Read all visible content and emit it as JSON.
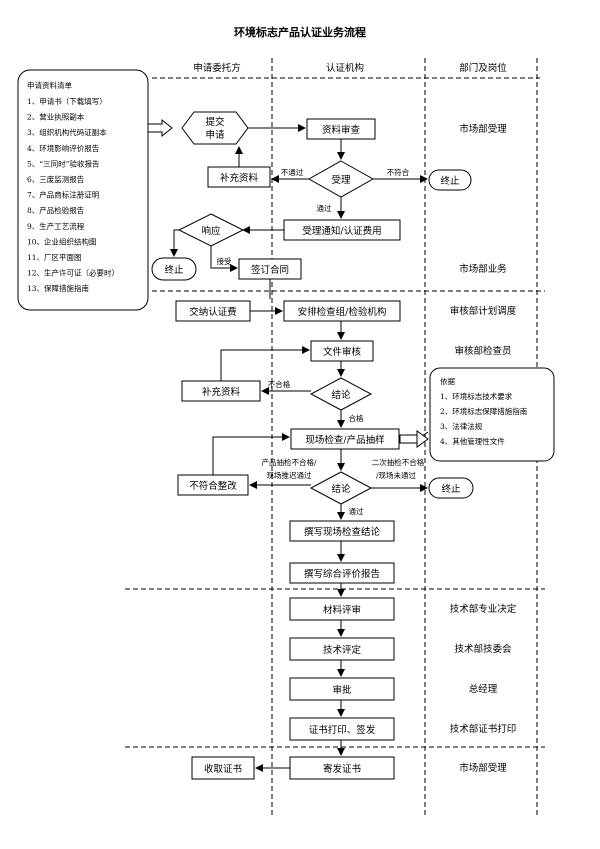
{
  "title": "环境标志产品认证业务流程",
  "columns": [
    "申请委托方",
    "认证机构",
    "部门及岗位"
  ],
  "materials": {
    "heading": "申请资料清单",
    "items": [
      "1、申请书（下载填写）",
      "2、营业执照副本",
      "3、组织机构代码证副本",
      "4、环境影响评价报告",
      "5、“三同时”验收报告",
      "6、三废监测报告",
      "7、产品商标注册证明",
      "8、产品检验报告",
      "9、生产工艺流程",
      "10、企业组织结构图",
      "11、厂区平面图",
      "12、生产许可证（必要时）",
      "13、保障措施指南"
    ]
  },
  "basis": {
    "heading": "依据",
    "items": [
      "1、环境标志技术要求",
      "2、环境标志保障措施指南",
      "3、法律法规",
      "4、其他管理性文件"
    ]
  },
  "nodes": {
    "submit": "提交申请",
    "review": "资料审查",
    "supplement1": "补充资料",
    "accept": "受理",
    "end1": "终止",
    "notice": "受理通知/认证费用",
    "respond": "响应",
    "end2": "终止",
    "contract": "签订合同",
    "pay": "交纳认证费",
    "arrange": "安排检查组/检验机构",
    "docreview": "文件审核",
    "supplement2": "补充资料",
    "conclusion1": "结论",
    "inspect": "现场检查/产品抽样",
    "rectify": "不符合整改",
    "conclusion2": "结论",
    "end3": "终止",
    "write_site": "撰写现场检查结论",
    "write_eval": "撰写综合评价报告",
    "material_review": "材料评审",
    "tech_eval": "技术评定",
    "approve": "审批",
    "print": "证书打印、签发",
    "mail": "寄发证书",
    "receive": "收取证书"
  },
  "edge_labels": {
    "not_pass": "不通过",
    "not_conform": "不符合",
    "pass1": "通过",
    "accept_resp": "接受",
    "nonconform": "不合格",
    "conform": "合格",
    "sample_fail": "产品抽检不合格/",
    "site_fail_rectify": "现场推迟通过",
    "second_fail": "二次抽检不合格",
    "site_not_pass": "/现场未通过",
    "pass2": "通过"
  },
  "departments": [
    "市场部受理",
    "市场部业务",
    "审核部计划调度",
    "审核部检查员",
    "技术部专业决定",
    "技术部技委会",
    "总经理",
    "技术部证书打印",
    "市场部受理"
  ]
}
